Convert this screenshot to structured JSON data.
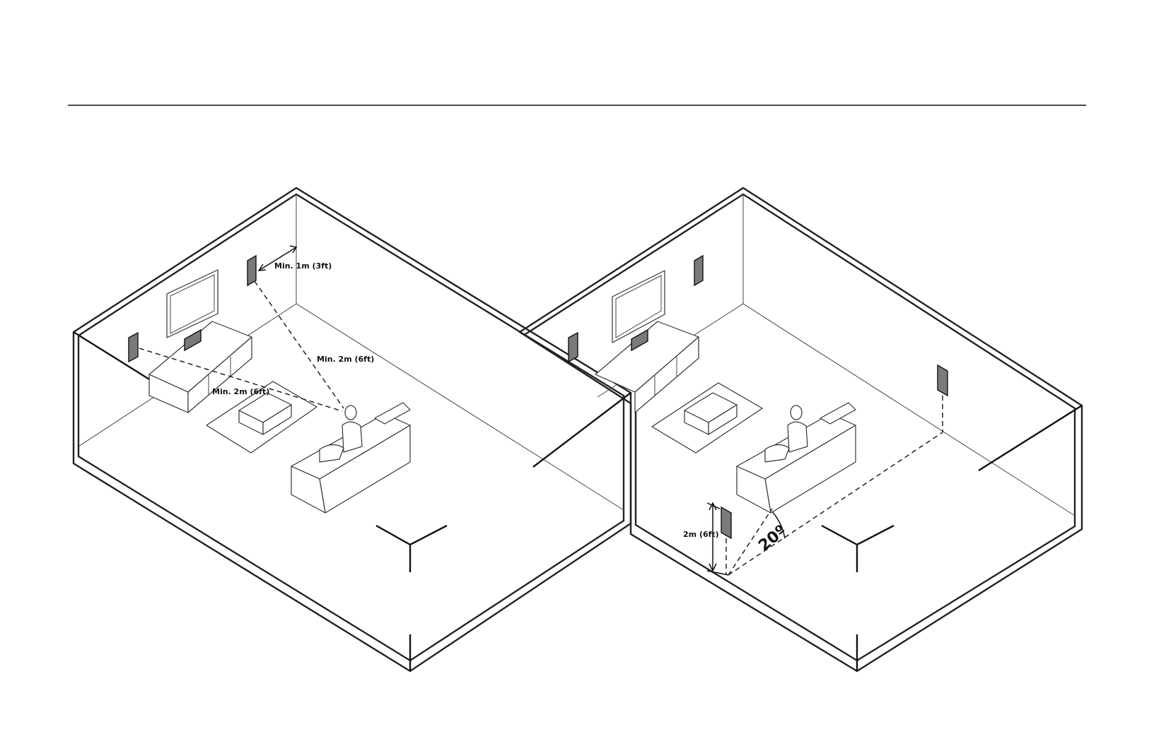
{
  "diagram": {
    "left_room": {
      "labels": {
        "wall_distance": "Min. 1m (3ft)",
        "front_to_listener": "Min. 2m (6ft)",
        "side_to_listener": "Min. 2m (6ft)"
      }
    },
    "right_room": {
      "labels": {
        "height": "2m (6ft)",
        "angle": "20º"
      }
    },
    "colors": {
      "line": "#222222",
      "speaker_fill": "#7a7a7a",
      "background": "#ffffff"
    }
  }
}
